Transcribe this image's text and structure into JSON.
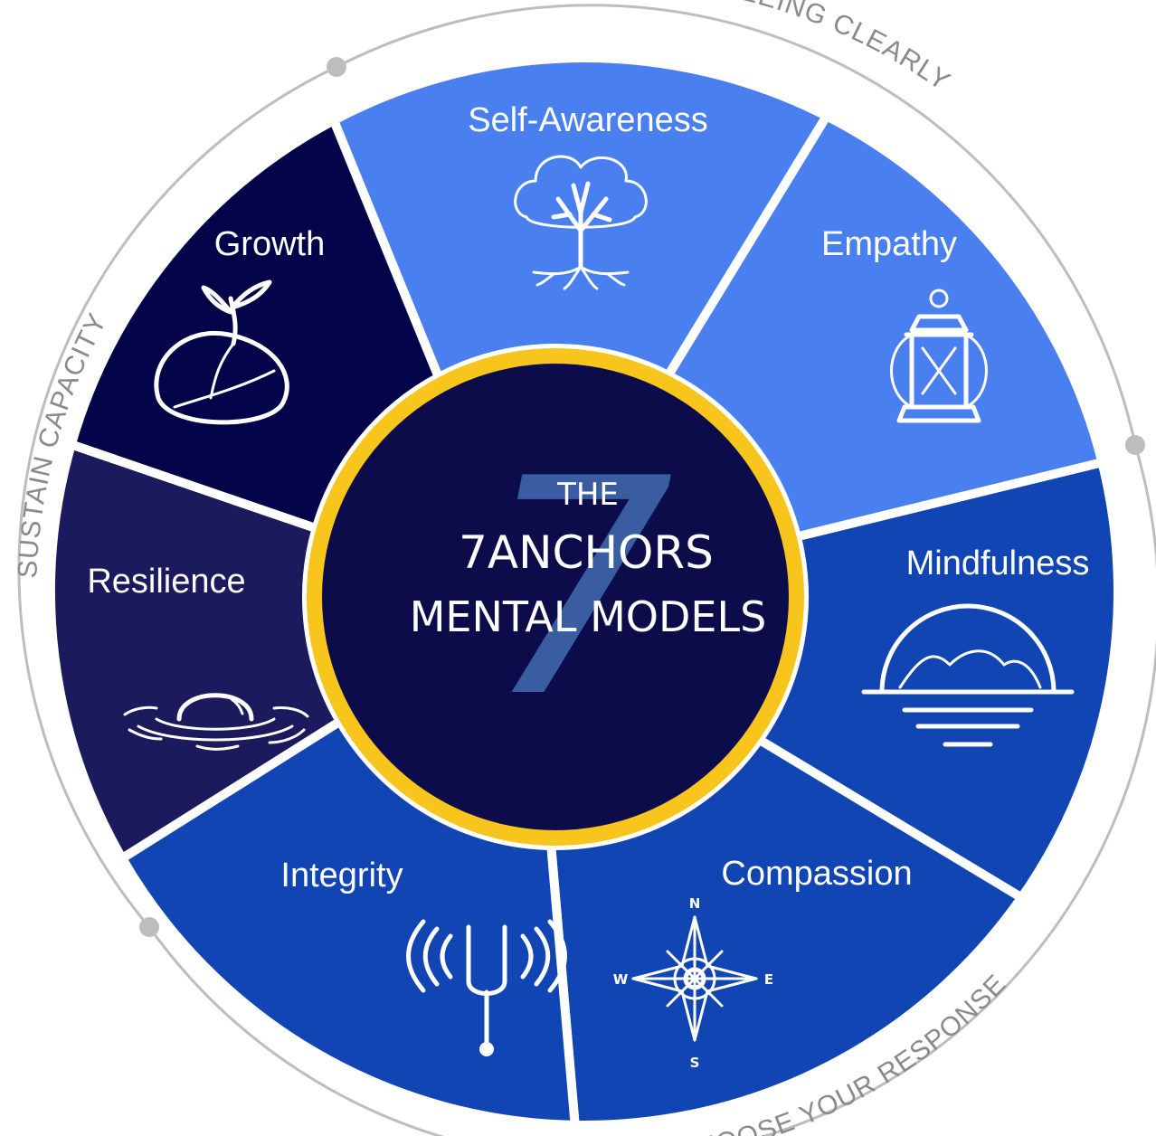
{
  "center": {
    "line1": "THE",
    "line2_number": "7",
    "line2_word": "ANCHORS",
    "line3": "MENTAL MODELS",
    "watermark": "7"
  },
  "arcs": {
    "seeing_clearly": "SEEING CLEARLY",
    "choose_response": "CHOOSE YOUR RESPONSE",
    "sustain_capacity": "SUSTAIN CAPACITY"
  },
  "segments": [
    {
      "id": "self-awareness",
      "label": "Self-Awareness",
      "color": "#4a7ff0",
      "icon": "tree-icon"
    },
    {
      "id": "empathy",
      "label": "Empathy",
      "color": "#4a7ff0",
      "icon": "lantern-icon"
    },
    {
      "id": "mindfulness",
      "label": "Mindfulness",
      "color": "#1245b4",
      "icon": "horizon-icon"
    },
    {
      "id": "compassion",
      "label": "Compassion",
      "color": "#1245b4",
      "icon": "compass-icon"
    },
    {
      "id": "integrity",
      "label": "Integrity",
      "color": "#1245b4",
      "icon": "tuning-fork-icon"
    },
    {
      "id": "resilience",
      "label": "Resilience",
      "color": "#1a1a5c",
      "icon": "water-drop-icon"
    },
    {
      "id": "growth",
      "label": "Growth",
      "color": "#03034a",
      "icon": "sprout-icon"
    }
  ],
  "compass": {
    "n": "N",
    "e": "E",
    "s": "S",
    "w": "W"
  },
  "colors": {
    "center_fill": "#0d0c4a",
    "ring": "#f7c51b",
    "outer_arc": "#bdbdbd",
    "divider": "#ffffff"
  }
}
